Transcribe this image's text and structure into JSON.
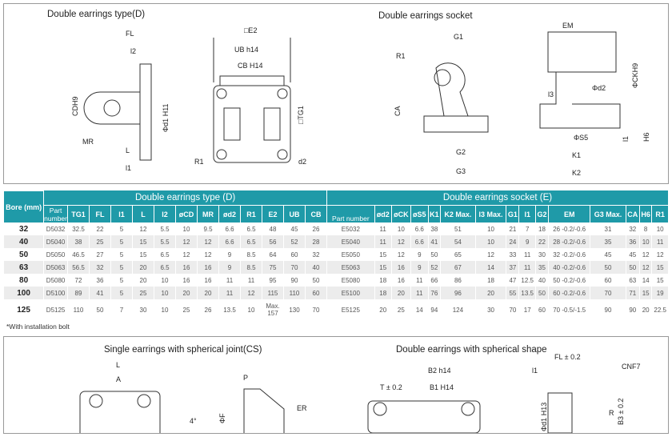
{
  "top_panel": {
    "title_d": "Double earrings type(D)",
    "title_e": "Double earrings socket",
    "labels_d": [
      "FL",
      "l2",
      "CDH9",
      "MR",
      "L",
      "l1",
      "Φd1 H11",
      "□E2",
      "UB h14",
      "CB H14",
      "□TG1",
      "R1",
      "d2"
    ],
    "labels_e": [
      "G1",
      "R1",
      "CA",
      "G2",
      "G3",
      "EM",
      "ΦCKH9",
      "Φd2",
      "l3",
      "ΦS5",
      "l1",
      "H6",
      "K1",
      "K2"
    ]
  },
  "table_d": {
    "title": "Double earrings type (D)",
    "bore_header": "Bore (mm)",
    "columns": [
      "Part number",
      "TG1",
      "FL",
      "l1",
      "L",
      "l2",
      "øCD",
      "MR",
      "ød2",
      "R1",
      "E2",
      "UB",
      "CB"
    ],
    "rows": [
      [
        "32",
        "D5032",
        "32.5",
        "22",
        "5",
        "12",
        "5.5",
        "10",
        "9.5",
        "6.6",
        "6.5",
        "48",
        "45",
        "26"
      ],
      [
        "40",
        "D5040",
        "38",
        "25",
        "5",
        "15",
        "5.5",
        "12",
        "12",
        "6.6",
        "6.5",
        "56",
        "52",
        "28"
      ],
      [
        "50",
        "D5050",
        "46.5",
        "27",
        "5",
        "15",
        "6.5",
        "12",
        "12",
        "9",
        "8.5",
        "64",
        "60",
        "32"
      ],
      [
        "63",
        "D5063",
        "56.5",
        "32",
        "5",
        "20",
        "6.5",
        "16",
        "16",
        "9",
        "8.5",
        "75",
        "70",
        "40"
      ],
      [
        "80",
        "D5080",
        "72",
        "36",
        "5",
        "20",
        "10",
        "16",
        "16",
        "11",
        "11",
        "95",
        "90",
        "50"
      ],
      [
        "100",
        "D5100",
        "89",
        "41",
        "5",
        "25",
        "10",
        "20",
        "20",
        "11",
        "12",
        "115",
        "110",
        "60"
      ],
      [
        "125",
        "D5125",
        "110",
        "50",
        "7",
        "30",
        "10",
        "25",
        "26",
        "13.5",
        "10",
        "Max. 157",
        "130",
        "70"
      ]
    ]
  },
  "table_e": {
    "title": "Double earrings socket (E)",
    "columns": [
      "Part number",
      "ød2",
      "øCK",
      "øS5",
      "K1",
      "K2 Max.",
      "l3 Max.",
      "G1",
      "l1",
      "G2",
      "EM",
      "G3 Max.",
      "CA",
      "H6",
      "R1"
    ],
    "rows": [
      [
        "E5032",
        "11",
        "10",
        "6.6",
        "38",
        "51",
        "10",
        "21",
        "7",
        "18",
        "26 -0.2/-0.6",
        "31",
        "32",
        "8",
        "10"
      ],
      [
        "E5040",
        "11",
        "12",
        "6.6",
        "41",
        "54",
        "10",
        "24",
        "9",
        "22",
        "28 -0.2/-0.6",
        "35",
        "36",
        "10",
        "11"
      ],
      [
        "E5050",
        "15",
        "12",
        "9",
        "50",
        "65",
        "12",
        "33",
        "11",
        "30",
        "32 -0.2/-0.6",
        "45",
        "45",
        "12",
        "12"
      ],
      [
        "E5063",
        "15",
        "16",
        "9",
        "52",
        "67",
        "14",
        "37",
        "11",
        "35",
        "40 -0.2/-0.6",
        "50",
        "50",
        "12",
        "15"
      ],
      [
        "E5080",
        "18",
        "16",
        "11",
        "66",
        "86",
        "18",
        "47",
        "12.5",
        "40",
        "50 -0.2/-0.6",
        "60",
        "63",
        "14",
        "15"
      ],
      [
        "E5100",
        "18",
        "20",
        "11",
        "76",
        "96",
        "20",
        "55",
        "13.5",
        "50",
        "60 -0.2/-0.6",
        "70",
        "71",
        "15",
        "19"
      ],
      [
        "E5125",
        "20",
        "25",
        "14",
        "94",
        "124",
        "30",
        "70",
        "17",
        "60",
        "70 -0.5/-1.5",
        "90",
        "90",
        "20",
        "22.5"
      ]
    ]
  },
  "footnote": "*With installation bolt",
  "bottom_panel": {
    "title_cs": "Single earrings with spherical joint(CS)",
    "title_sh": "Double earrings with spherical shape",
    "labels": [
      "L",
      "A",
      "P",
      "ER",
      "ΦF",
      "4°",
      "B2 h14",
      "T ± 0.2",
      "B1 H14",
      "FL ± 0.2",
      "l1",
      "CNF7",
      "R",
      "B3 ± 0.2",
      "Φd1 H13"
    ]
  },
  "colors": {
    "header": "#1f9aa8",
    "alt_row": "#ececec"
  }
}
